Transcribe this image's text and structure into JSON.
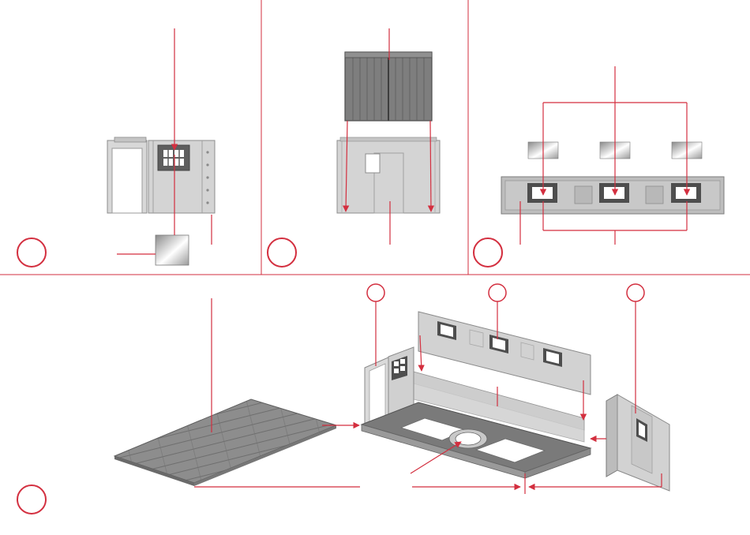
{
  "page": {
    "background": "#ffffff",
    "accent_color": "#d32f3f",
    "part_light_gray": "#d4d4d4",
    "part_mid_gray": "#a8a8a8",
    "part_dark_gray": "#6a6a6a"
  },
  "steps": [
    {
      "id": "step-1",
      "label": "",
      "marker": "red-step-circle"
    },
    {
      "id": "step-2",
      "label": "",
      "marker": "red-step-circle"
    },
    {
      "id": "step-3",
      "label": "",
      "marker": "red-step-circle"
    },
    {
      "id": "step-4",
      "label": "",
      "marker": "red-step-circle"
    }
  ],
  "references": [
    {
      "id": "ref-a",
      "label": ""
    },
    {
      "id": "ref-b",
      "label": ""
    },
    {
      "id": "ref-c",
      "label": ""
    }
  ],
  "icons": [
    "side-wall-part-icon",
    "window-glazing-icon",
    "wooden-door-part-icon",
    "front-wall-part-icon",
    "long-wall-part-icon",
    "floor-plate-part-icon",
    "base-plate-part-icon",
    "pointer-arrow-icon"
  ]
}
